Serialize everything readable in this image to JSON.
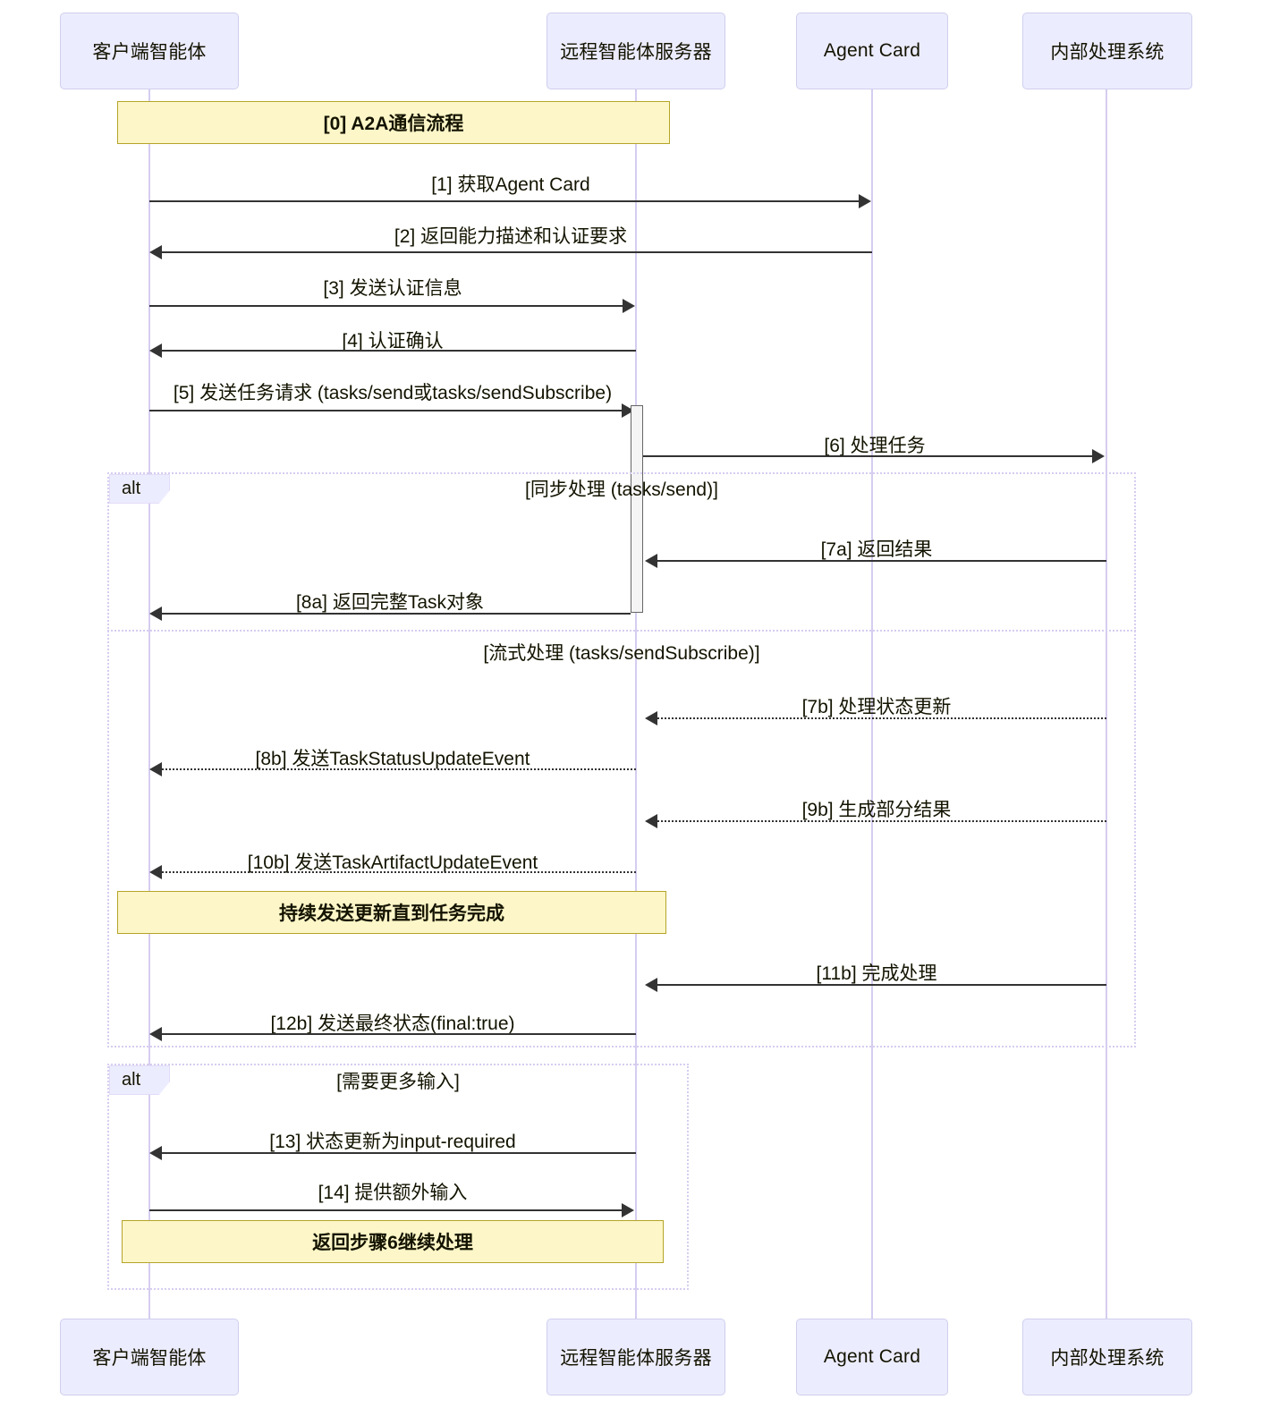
{
  "diagram": {
    "type": "sequence-diagram",
    "title": "A2A通信流程",
    "participants": [
      {
        "id": "client",
        "label": "客户端智能体"
      },
      {
        "id": "server",
        "label": "远程智能体服务器"
      },
      {
        "id": "card",
        "label": "Agent Card"
      },
      {
        "id": "internal",
        "label": "内部处理系统"
      }
    ],
    "colors": {
      "participant_fill": "#ececff",
      "participant_border": "#cfcfee",
      "lifeline": "#d6cdf0",
      "note_fill": "#fdf6c8",
      "note_border": "#b5a429",
      "arrow": "#333333",
      "fragment_border": "#d6cdf0",
      "text": "#131300"
    },
    "notes": [
      {
        "id": "note-0",
        "text": "[0] A2A通信流程"
      },
      {
        "id": "note-continuous",
        "text": "持续发送更新直到任务完成"
      },
      {
        "id": "note-loopback",
        "text": "返回步骤6继续处理"
      }
    ],
    "fragments": [
      {
        "id": "alt-processing",
        "operator": "alt",
        "branches": [
          {
            "label": "[同步处理 (tasks/send)]"
          },
          {
            "label": "[流式处理 (tasks/sendSubscribe)]"
          }
        ]
      },
      {
        "id": "alt-more-input",
        "operator": "alt",
        "branches": [
          {
            "label": "[需要更多输入]"
          }
        ]
      }
    ],
    "messages": [
      {
        "id": "m1",
        "text": "[1] 获取Agent Card",
        "from": "client",
        "to": "card",
        "style": "solid",
        "direction": "right"
      },
      {
        "id": "m2",
        "text": "[2] 返回能力描述和认证要求",
        "from": "card",
        "to": "client",
        "style": "solid",
        "direction": "left"
      },
      {
        "id": "m3",
        "text": "[3] 发送认证信息",
        "from": "client",
        "to": "server",
        "style": "solid",
        "direction": "right"
      },
      {
        "id": "m4",
        "text": "[4] 认证确认",
        "from": "server",
        "to": "client",
        "style": "solid",
        "direction": "left"
      },
      {
        "id": "m5",
        "text": "[5] 发送任务请求 (tasks/send或tasks/sendSubscribe)",
        "from": "client",
        "to": "server",
        "style": "solid",
        "direction": "right"
      },
      {
        "id": "m6",
        "text": "[6] 处理任务",
        "from": "server",
        "to": "internal",
        "style": "solid",
        "direction": "right"
      },
      {
        "id": "m7a",
        "text": "[7a] 返回结果",
        "from": "internal",
        "to": "server",
        "style": "solid",
        "direction": "left"
      },
      {
        "id": "m8a",
        "text": "[8a] 返回完整Task对象",
        "from": "server",
        "to": "client",
        "style": "solid",
        "direction": "left"
      },
      {
        "id": "m7b",
        "text": "[7b] 处理状态更新",
        "from": "internal",
        "to": "server",
        "style": "dashed",
        "direction": "left"
      },
      {
        "id": "m8b",
        "text": "[8b] 发送TaskStatusUpdateEvent",
        "from": "server",
        "to": "client",
        "style": "dashed",
        "direction": "left"
      },
      {
        "id": "m9b",
        "text": "[9b] 生成部分结果",
        "from": "internal",
        "to": "server",
        "style": "dashed",
        "direction": "left"
      },
      {
        "id": "m10b",
        "text": "[10b] 发送TaskArtifactUpdateEvent",
        "from": "server",
        "to": "client",
        "style": "dashed",
        "direction": "left"
      },
      {
        "id": "m11b",
        "text": "[11b] 完成处理",
        "from": "internal",
        "to": "server",
        "style": "solid",
        "direction": "left"
      },
      {
        "id": "m12b",
        "text": "[12b] 发送最终状态(final:true)",
        "from": "server",
        "to": "client",
        "style": "solid",
        "direction": "left"
      },
      {
        "id": "m13",
        "text": "[13] 状态更新为input-required",
        "from": "server",
        "to": "client",
        "style": "solid",
        "direction": "left"
      },
      {
        "id": "m14",
        "text": "[14] 提供额外输入",
        "from": "client",
        "to": "server",
        "style": "solid",
        "direction": "right"
      }
    ]
  }
}
